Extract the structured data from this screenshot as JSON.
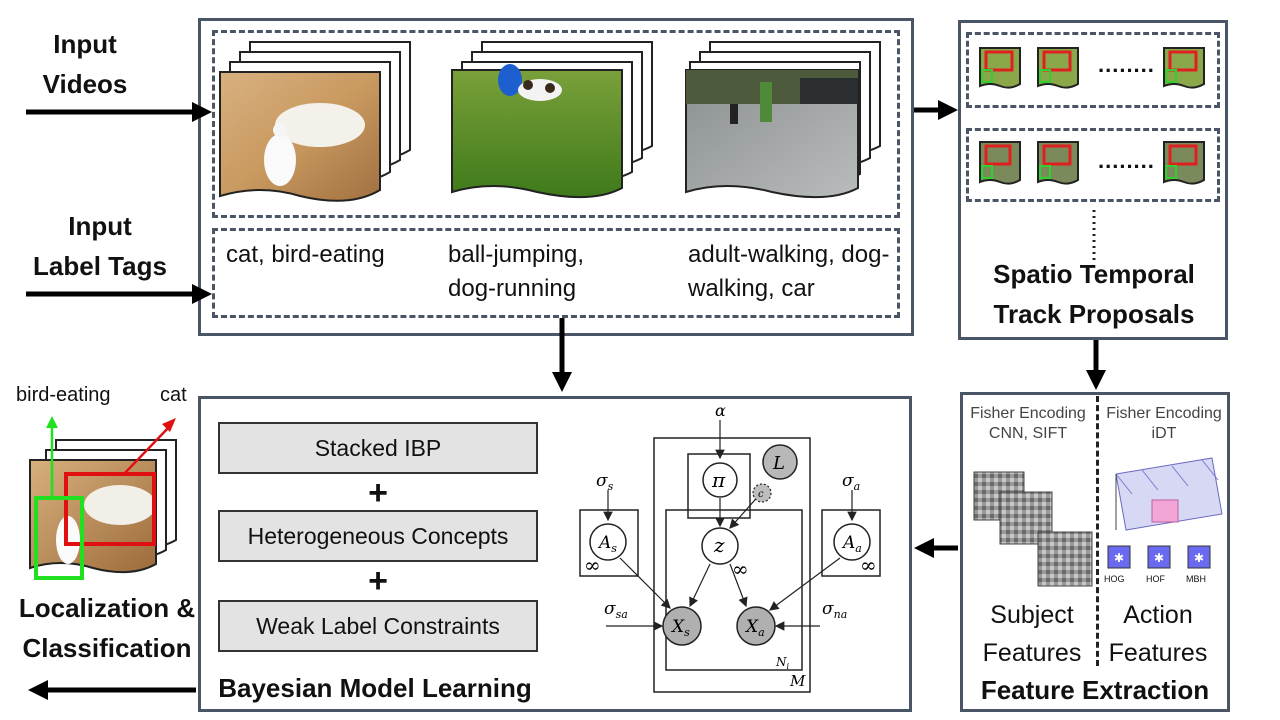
{
  "inputs": {
    "videos_label_line1": "Input",
    "videos_label_line2": "Videos",
    "tags_label_line1": "Input",
    "tags_label_line2": "Label Tags"
  },
  "videos": {
    "tags": [
      {
        "line1": "cat, bird-eating",
        "line2": ""
      },
      {
        "line1": "ball-jumping,",
        "line2": "dog-running"
      },
      {
        "line1": "adult-walking, dog-",
        "line2": "walking, car"
      }
    ]
  },
  "proposals": {
    "ellipsis": "........",
    "title_line1": "Spatio Temporal",
    "title_line2": "Track Proposals"
  },
  "features": {
    "left_header_line1": "Fisher Encoding",
    "left_header_line2": "CNN, SIFT",
    "right_header_line1": "Fisher Encoding",
    "right_header_line2": "iDT",
    "subject_line1": "Subject",
    "subject_line2": "Features",
    "action_line1": "Action",
    "action_line2": "Features",
    "hist_labels": [
      "HOG",
      "HOF",
      "MBH"
    ],
    "title": "Feature Extraction"
  },
  "model": {
    "boxes": [
      "Stacked IBP",
      "Heterogeneous Concepts",
      "Weak Label Constraints"
    ],
    "plus": "+",
    "title": "Bayesian Model Learning",
    "graph": {
      "alpha": "α",
      "pi": "π",
      "L": "L",
      "c": "c",
      "z": "z",
      "sigma_s": "σ",
      "sigma_s_sub": "s",
      "sigma_a": "σ",
      "sigma_a_sub": "a",
      "A_s": "A",
      "A_s_sub": "s",
      "A_a": "A",
      "A_a_sub": "a",
      "X_s": "X",
      "X_s_sub": "s",
      "X_a": "X",
      "X_a_sub": "a",
      "sigma_sa": "σ",
      "sigma_sa_sub": "sa",
      "sigma_na": "σ",
      "sigma_na_sub": "na",
      "inf": "∞",
      "N_i": "N",
      "N_i_sub": "i",
      "M": "M"
    }
  },
  "output": {
    "label_bird": "bird-eating",
    "label_cat": "cat",
    "title_line1": "Localization &",
    "title_line2": "Classification"
  }
}
